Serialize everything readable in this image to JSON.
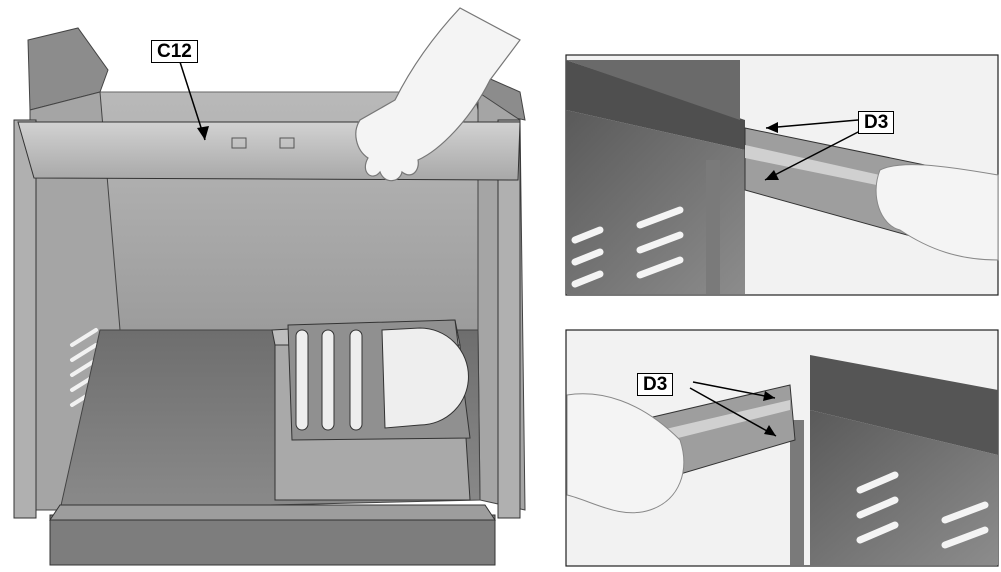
{
  "callouts": {
    "main": "C12",
    "detail_top": "D3",
    "detail_bottom": "D3"
  },
  "colors": {
    "steel_light": "#c4c4c4",
    "steel_mid": "#9a9a9a",
    "steel_dark": "#555555",
    "skin": "#f4f4f4",
    "line": "#000000"
  }
}
